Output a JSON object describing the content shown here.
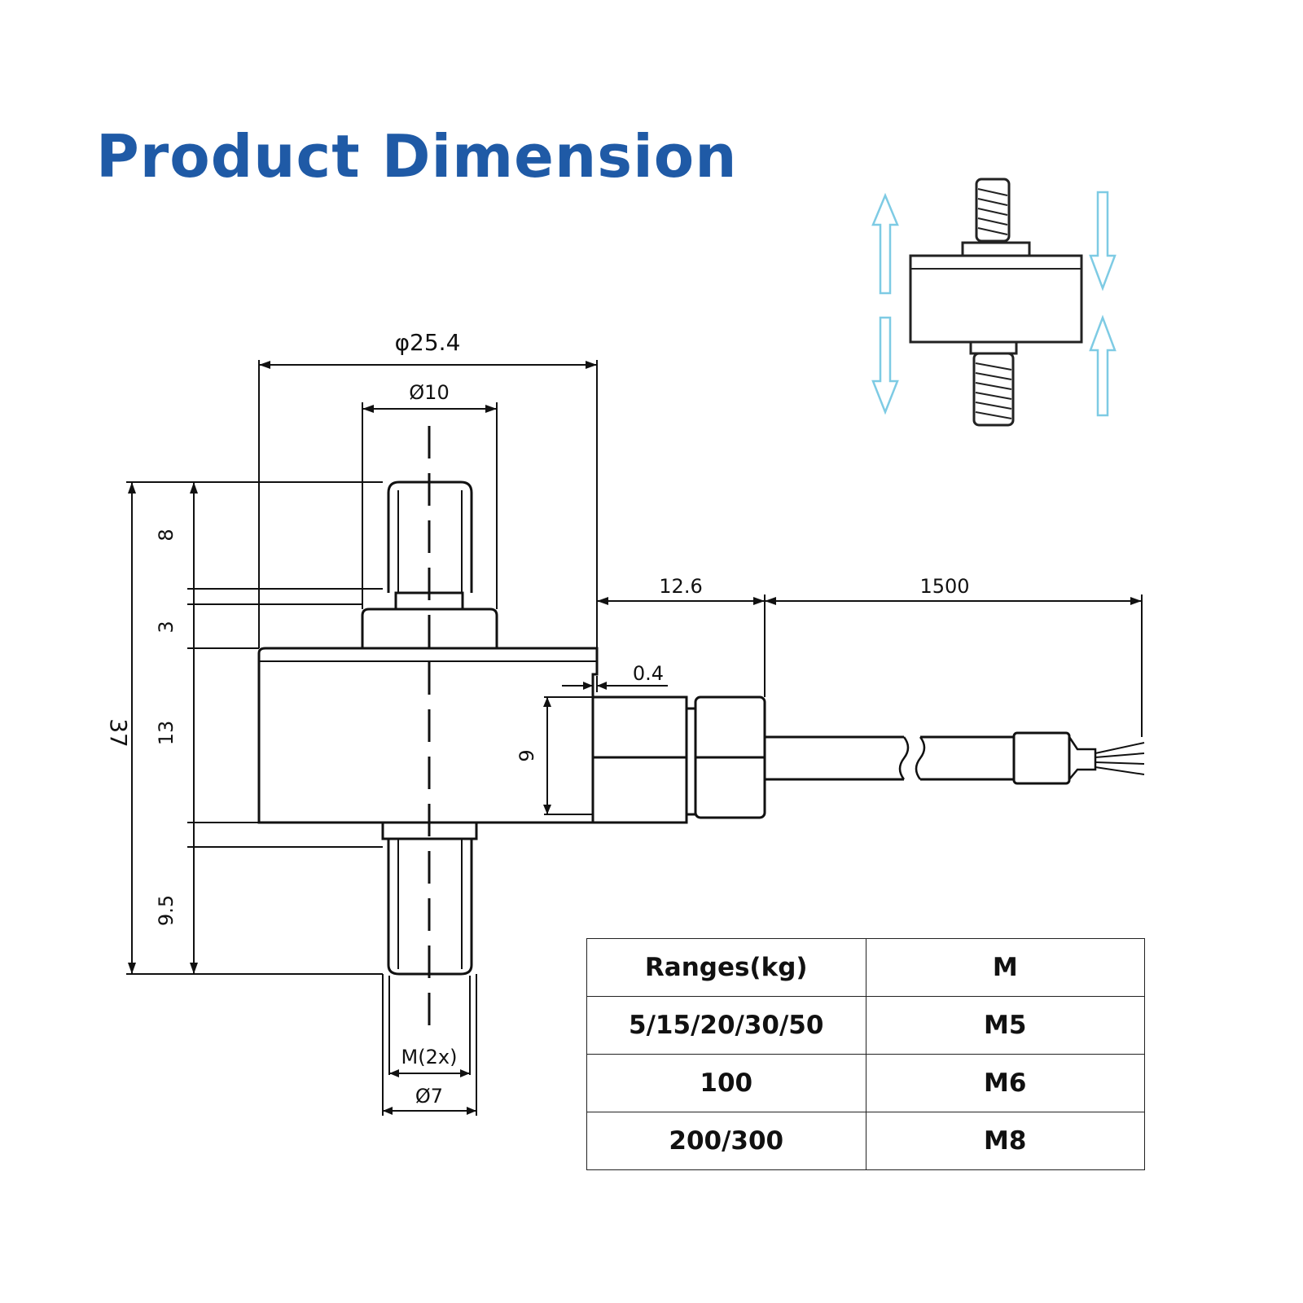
{
  "title": "Product Dimension",
  "colors": {
    "title": "#1f5aa6",
    "arrows": "#7ecbe4",
    "line": "#111111"
  },
  "dimensions": {
    "body_diameter": "φ25.4",
    "collar_diameter": "Ø10",
    "overall_height": "37",
    "top_thread_length": "8",
    "collar_height": "3",
    "body_height": "13",
    "bottom_thread_length": "9.5",
    "thread_label": "M(2x)",
    "bottom_diameter": "Ø7",
    "connector_length": "12.6",
    "cable_length": "1500",
    "gap": "0.4",
    "connector_height": "9"
  },
  "table": {
    "headers": [
      "Ranges(kg)",
      "M"
    ],
    "rows": [
      [
        "5/15/20/30/50",
        "M5"
      ],
      [
        "100",
        "M6"
      ],
      [
        "200/300",
        "M8"
      ]
    ]
  }
}
